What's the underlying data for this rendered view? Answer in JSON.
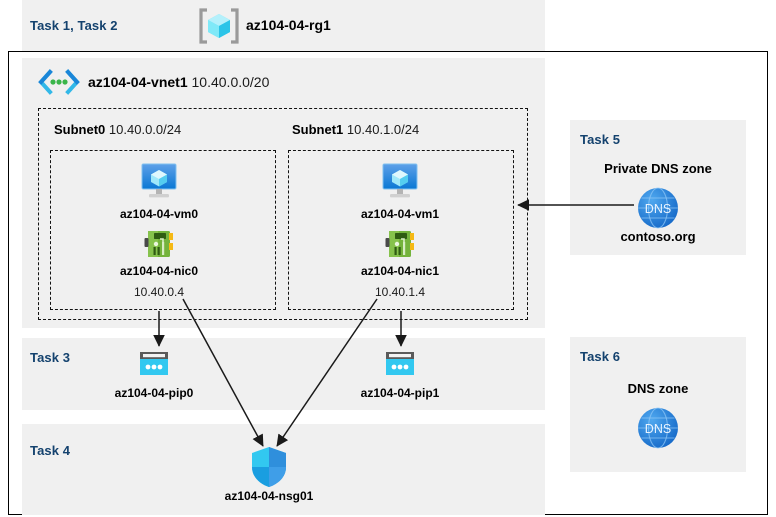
{
  "diagram": {
    "title_region": {
      "task_label": "Task 1, Task 2",
      "resource_group_name": "az104-04-rg1",
      "resource_group_icon": "resource-group-cube-icon"
    },
    "vnet": {
      "name": "az104-04-vnet1",
      "cidr": "10.40.0.0/20",
      "icon": "virtual-network-icon",
      "subnets": [
        {
          "name": "Subnet0",
          "cidr": "10.40.0.0/24",
          "vm": {
            "label": "az104-04-vm0",
            "icon": "virtual-machine-icon"
          },
          "nic": {
            "label": "az104-04-nic0",
            "ip": "10.40.0.4",
            "icon": "network-interface-icon"
          }
        },
        {
          "name": "Subnet1",
          "cidr": "10.40.1.0/24",
          "vm": {
            "label": "az104-04-vm1",
            "icon": "virtual-machine-icon"
          },
          "nic": {
            "label": "az104-04-nic1",
            "ip": "10.40.1.4",
            "icon": "network-interface-icon"
          }
        }
      ]
    },
    "task3": {
      "task_label": "Task 3",
      "public_ips": [
        {
          "label": "az104-04-pip0",
          "icon": "public-ip-address-icon"
        },
        {
          "label": "az104-04-pip1",
          "icon": "public-ip-address-icon"
        }
      ]
    },
    "task4": {
      "task_label": "Task 4",
      "nsg": {
        "label": "az104-04-nsg01",
        "icon": "network-security-group-shield-icon"
      }
    },
    "task5": {
      "task_label": "Task 5",
      "zone_title": "Private DNS zone",
      "zone_name": "contoso.org",
      "icon": "dns-globe-icon",
      "icon_text": "DNS"
    },
    "task6": {
      "task_label": "Task 6",
      "zone_title": "DNS zone",
      "icon": "dns-globe-icon",
      "icon_text": "DNS"
    },
    "colors": {
      "task_label": "#14426e",
      "panel_bg": "#f0f0f0",
      "azure_blue": "#0078d4",
      "cyan": "#32c8f0",
      "nic_green": "#7fba42",
      "arrow": "#1a1a1a"
    }
  }
}
